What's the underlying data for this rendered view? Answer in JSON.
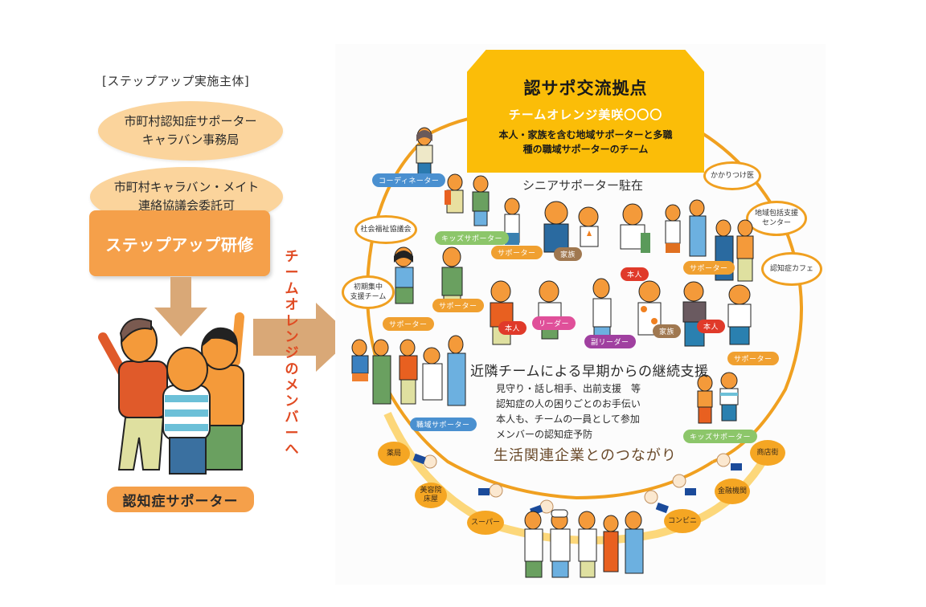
{
  "left": {
    "heading": "[ステップアップ実施主体]",
    "org1": {
      "line1": "市町村認知症サポーター",
      "line2": "キャラバン事務局"
    },
    "org2": {
      "line1": "市町村キャラバン・メイト",
      "line2": "連絡協議会委託可"
    },
    "training": "ステップアップ研修",
    "supporter_label": "認知症サポーター",
    "arrow_text": "チームオレンジのメンバーへ"
  },
  "center": {
    "title": "認サポ交流拠点",
    "team_name": "チームオレンジ美咲〇〇〇",
    "desc_line1": "本人・家族を含む地域サポーターと多職",
    "desc_line2": "種の職域サポーターのチーム",
    "senior": "シニアサポーター駐在"
  },
  "outer_nodes": {
    "kakaritsuke": "かかりつけ医",
    "chiiki": [
      "地域包括支援",
      "センター"
    ],
    "cafe": "認知症カフェ",
    "shakai": "社会福祉協議会",
    "shoki": [
      "初期集中",
      "支援チーム"
    ]
  },
  "role_tags": {
    "coordinator": "コーディネーター",
    "kids1": "キッズサポーター",
    "supporter1": "サポーター",
    "family1": "家族",
    "honnin1": "本人",
    "supporter2": "サポーター",
    "supporter3": "サポーター",
    "supporter4": "サポーター",
    "honnin2": "本人",
    "leader": "リーダー",
    "subleader": "副リーダー",
    "family2": "家族",
    "honnin3": "本人",
    "supporter5": "サポーター",
    "workplace": "職域サポーター",
    "kids2": "キッズサポーター"
  },
  "support": {
    "title": "近隣チームによる早期からの継続支援",
    "items": [
      "見守り・話し相手、出前支援　等",
      "認知症の人の困りごとのお手伝い",
      "本人も、チームの一員として参加",
      "メンバーの認知症予防"
    ],
    "biz_title": "生活関連企業とのつながり"
  },
  "businesses": {
    "pharmacy": "薬局",
    "salon": [
      "美容院",
      "床屋"
    ],
    "super": "スーパー",
    "konbini": "コンビニ",
    "bank": "金融機関",
    "shops": "商店街"
  },
  "colors": {
    "center_box": "#fbbd08",
    "training_box": "#f5a04a",
    "org_ellipse": "#fbd49c",
    "ring": "#f0a020",
    "arrow": "#d9a877",
    "vertical_text": "#e04a22",
    "business_node": "#f5a623"
  }
}
